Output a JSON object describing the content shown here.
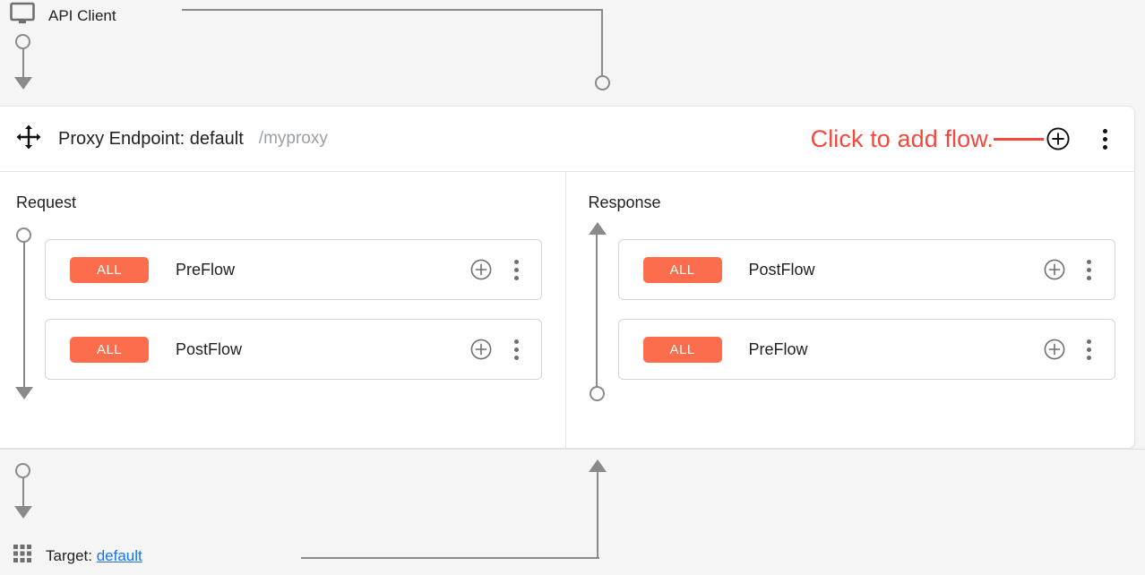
{
  "top": {
    "api_client_label": "API Client",
    "monitor_icon": "monitor-icon"
  },
  "panel": {
    "move_icon": "move-handle-icon",
    "title": "Proxy Endpoint: default",
    "basepath": "/myproxy",
    "annotation": "Click to add flow.",
    "annotation_color": "#f4483c",
    "add_flow_icon": "circle-plus-icon",
    "menu_icon": "more-vert-icon"
  },
  "columns": [
    {
      "title": "Request",
      "direction": "down",
      "flows": [
        {
          "badge": "ALL",
          "name": "PreFlow",
          "add_icon": "circle-plus-icon",
          "menu_icon": "more-vert-icon"
        },
        {
          "badge": "ALL",
          "name": "PostFlow",
          "add_icon": "circle-plus-icon",
          "menu_icon": "more-vert-icon"
        }
      ]
    },
    {
      "title": "Response",
      "direction": "up",
      "flows": [
        {
          "badge": "ALL",
          "name": "PostFlow",
          "add_icon": "circle-plus-icon",
          "menu_icon": "more-vert-icon"
        },
        {
          "badge": "ALL",
          "name": "PreFlow",
          "add_icon": "circle-plus-icon",
          "menu_icon": "more-vert-icon"
        }
      ]
    }
  ],
  "bottom": {
    "grid_icon": "apps-grid-icon",
    "target_label": "Target:",
    "target_value": "default"
  },
  "colors": {
    "badge_orange": "#fb6d4c",
    "annotation_red": "#f4483c",
    "link_blue": "#1a73e8",
    "connector_gray": "#8a8a8a",
    "canvas_bg": "#f5f5f5",
    "panel_bg": "#ffffff"
  }
}
